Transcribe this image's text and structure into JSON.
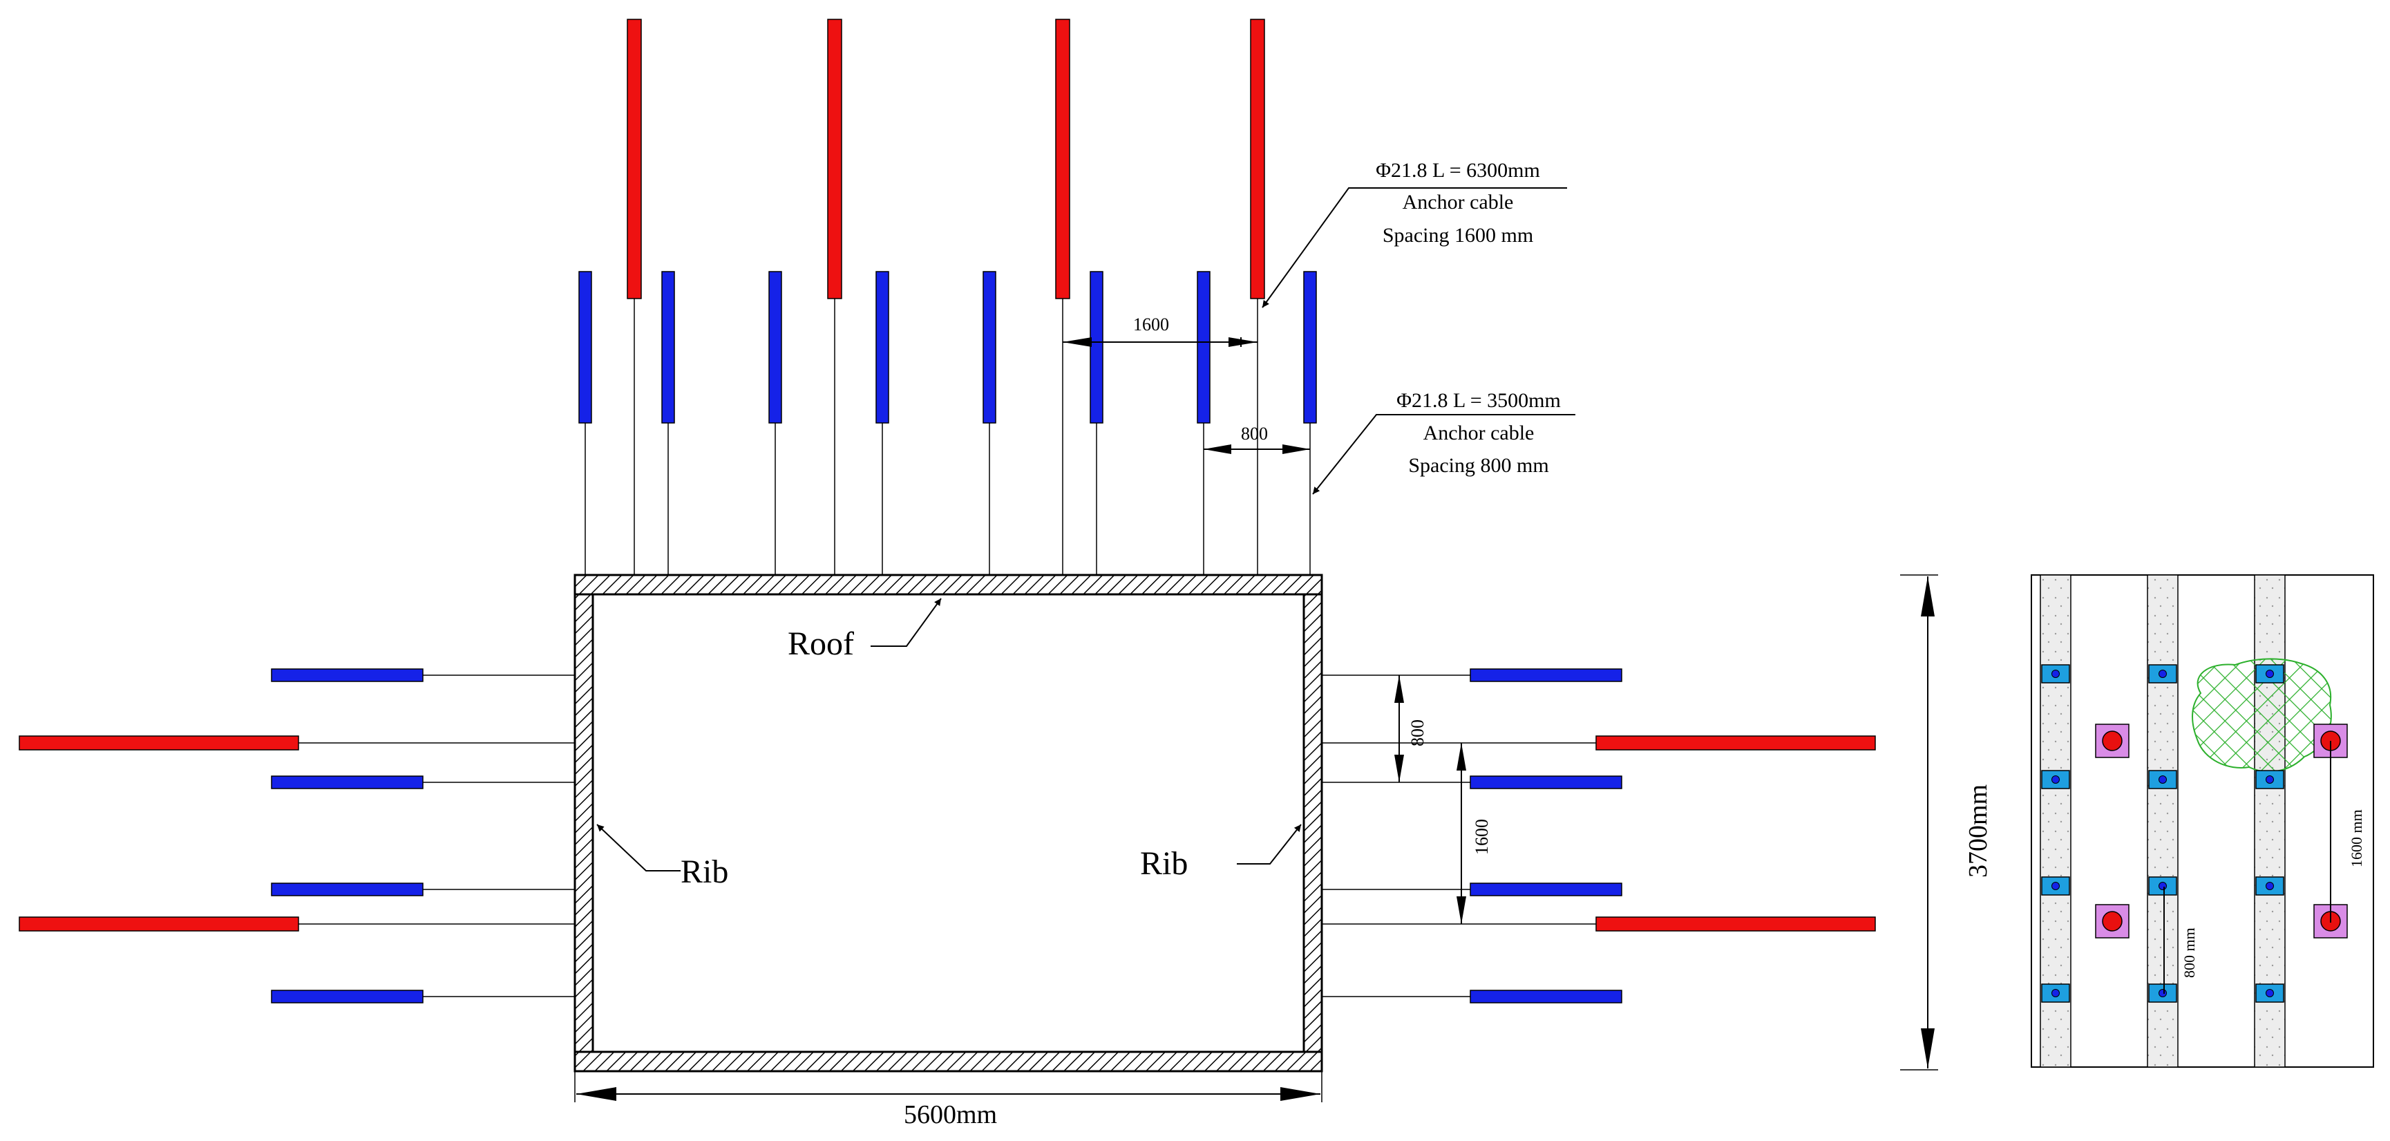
{
  "colors": {
    "long_cable": "#ee1111",
    "short_cable": "#1522e8",
    "wall_hatch": "#000000",
    "steel_belt": "#1e9fe0",
    "anchor_plate": "#d98ce6",
    "anchor_head": "#e81010",
    "void_mesh": "#2cb02c"
  },
  "labels": {
    "roof": "Roof",
    "rib_left": "Rib",
    "rib_right": "Rib",
    "width": "5600mm",
    "height": "3700mm"
  },
  "callouts": {
    "long_cable": {
      "line1": "Φ21.8  L = 6300mm",
      "line2": "Anchor cable",
      "line3": "Spacing 1600 mm"
    },
    "short_cable": {
      "line1": "Φ21.8  L = 3500mm",
      "line2": "Anchor cable",
      "line3": "Spacing 800 mm"
    }
  },
  "dimensions": {
    "top_long_spacing": "1600",
    "top_short_spacing": "800",
    "right_short_spacing": "800",
    "right_long_spacing": "1600",
    "plan_short_spacing": "800 mm",
    "plan_long_spacing": "1600 mm"
  }
}
